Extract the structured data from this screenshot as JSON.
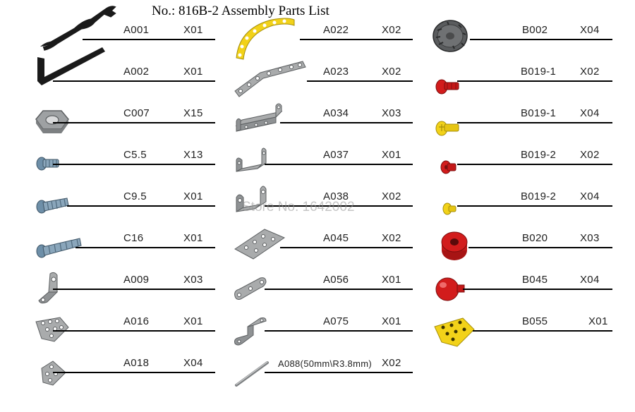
{
  "title": "No.: 816B-2  Assembly Parts List",
  "watermark": "Store No. 1642002",
  "columns": [
    {
      "rows": [
        {
          "code": "A001",
          "qty": "X01",
          "icon": "wrench-icon"
        },
        {
          "code": "A002",
          "qty": "X01",
          "icon": "allen-key-icon"
        },
        {
          "code": "C007",
          "qty": "X15",
          "icon": "hex-nut-icon"
        },
        {
          "code": "C5.5",
          "qty": "X13",
          "icon": "short-screw-icon"
        },
        {
          "code": "C9.5",
          "qty": "X01",
          "icon": "medium-screw-icon"
        },
        {
          "code": "C16",
          "qty": "X01",
          "icon": "long-screw-icon"
        },
        {
          "code": "A009",
          "qty": "X03",
          "icon": "angle-bracket-icon"
        },
        {
          "code": "A016",
          "qty": "X01",
          "icon": "pentagon-plate-icon"
        },
        {
          "code": "A018",
          "qty": "X04",
          "icon": "corner-plate-icon"
        }
      ]
    },
    {
      "rows": [
        {
          "code": "A022",
          "qty": "X02",
          "icon": "curved-strip-icon"
        },
        {
          "code": "A023",
          "qty": "X02",
          "icon": "bent-strip-icon"
        },
        {
          "code": "A034",
          "qty": "X03",
          "icon": "double-bracket-icon"
        },
        {
          "code": "A037",
          "qty": "X01",
          "icon": "u-bracket-icon"
        },
        {
          "code": "A038",
          "qty": "X02",
          "icon": "tall-u-bracket-icon"
        },
        {
          "code": "A045",
          "qty": "X02",
          "icon": "flat-plate-icon"
        },
        {
          "code": "A056",
          "qty": "X01",
          "icon": "short-strip-icon"
        },
        {
          "code": "A075",
          "qty": "X01",
          "icon": "z-bracket-icon"
        },
        {
          "code": "A088(50mm\\R3.8mm)",
          "qty": "X02",
          "icon": "axle-rod-icon"
        }
      ]
    },
    {
      "rows": [
        {
          "code": "B002",
          "qty": "X04",
          "icon": "tire-icon"
        },
        {
          "code": "B019-1",
          "qty": "X02",
          "icon": "red-peg-icon"
        },
        {
          "code": "B019-1",
          "qty": "X04",
          "icon": "yellow-peg-icon"
        },
        {
          "code": "B019-2",
          "qty": "X02",
          "icon": "red-small-peg-icon"
        },
        {
          "code": "B019-2",
          "qty": "X04",
          "icon": "yellow-small-peg-icon"
        },
        {
          "code": "B020",
          "qty": "X03",
          "icon": "red-ring-icon"
        },
        {
          "code": "B045",
          "qty": "X04",
          "icon": "red-knob-icon"
        },
        {
          "code": "B055",
          "qty": "X01",
          "icon": "yellow-plate-icon"
        }
      ]
    }
  ],
  "colors": {
    "metal": "#a9abac",
    "metal_dark": "#6f7173",
    "red": "#d21c1c",
    "yellow": "#f2d219",
    "black": "#1a1a1a"
  }
}
